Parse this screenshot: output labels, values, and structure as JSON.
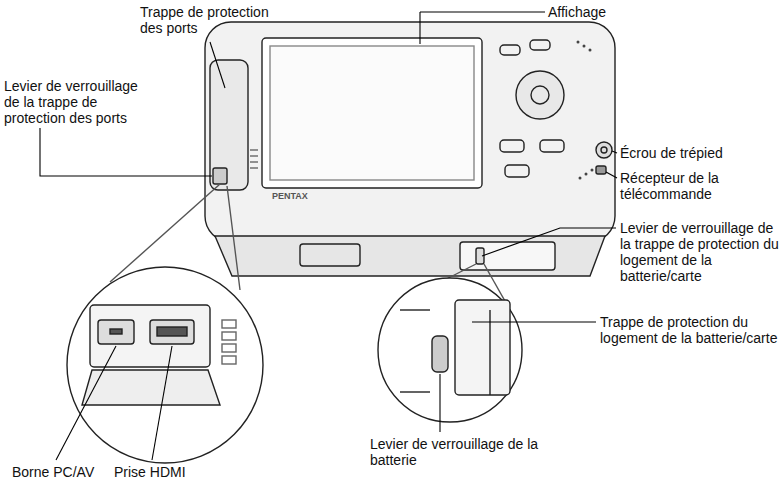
{
  "diagram": {
    "labels": [
      "Trappe de protection des ports",
      "Affichage",
      "Levier de verrouillage de la trappe de protection des ports",
      "Écrou de trépied",
      "Récepteur de la télécommande",
      "Levier de verrouillage de la trappe de protection du logement de la batterie/carte",
      "Trappe de protection du logement de la batterie/carte",
      "Borne PC/AV",
      "Prise HDMI",
      "Levier de verrouillage de la batterie",
      "PENTAX"
    ]
  }
}
